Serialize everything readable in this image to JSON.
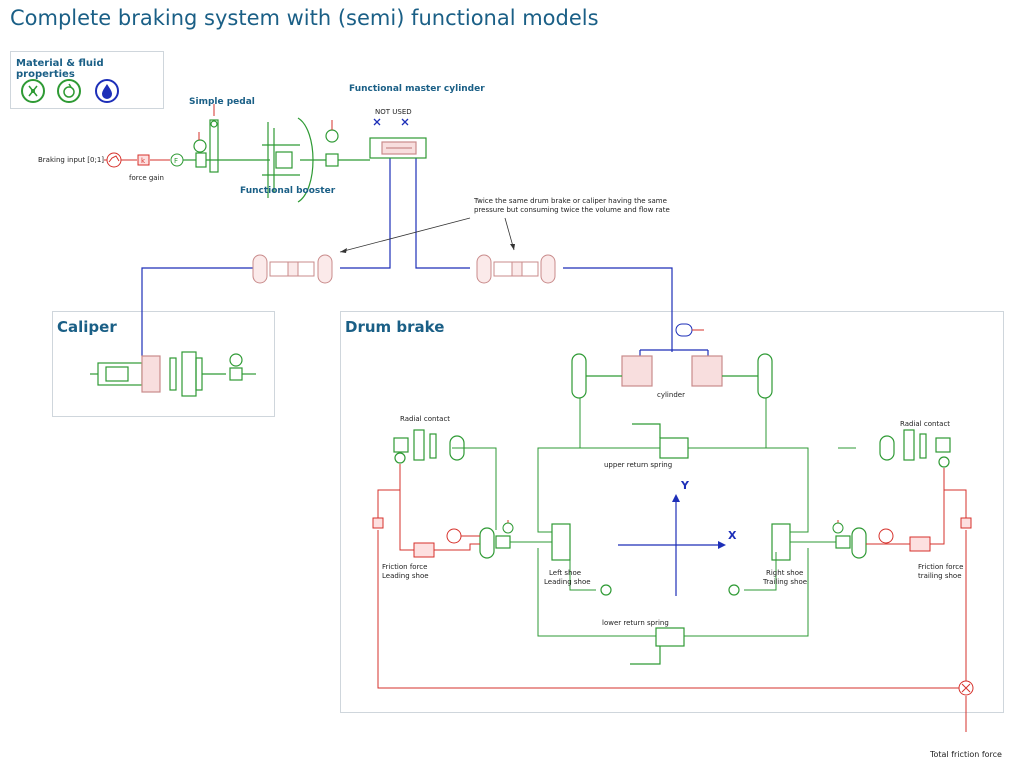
{
  "page": {
    "title": "Complete braking system with (semi) functional models"
  },
  "materials": {
    "title": "Material & fluid properties",
    "icons": [
      {
        "name": "mechanical-properties-icon",
        "color": "#2e9a34"
      },
      {
        "name": "thermal-properties-icon",
        "color": "#2e9a34"
      },
      {
        "name": "hydraulic-fluid-icon",
        "color": "#1d2fb8"
      }
    ]
  },
  "sections": {
    "simple_pedal": "Simple pedal",
    "functional_master_cylinder": "Functional master cylinder",
    "functional_booster": "Functional booster",
    "caliper": "Caliper",
    "drum_brake": "Drum brake"
  },
  "labels": {
    "braking_input": "Braking input [0;1]",
    "force_gain": "force gain",
    "not_used": "NOT USED",
    "note_line1": "Twice the same drum brake or caliper having the same",
    "note_line2": "pressure but consuming twice the volume and flow rate",
    "cylinder": "cylinder",
    "upper_return_spring": "upper return spring",
    "lower_return_spring": "lower return spring",
    "radial_contact_left": "Radial contact",
    "radial_contact_right": "Radial contact",
    "left_shoe_1": "Left shoe",
    "left_shoe_2": "Leading shoe",
    "right_shoe_1": "Right shoe",
    "right_shoe_2": "Trailing shoe",
    "friction_leading_1": "Friction force",
    "friction_leading_2": "Leading shoe",
    "friction_trailing_1": "Friction force",
    "friction_trailing_2": "trailing shoe",
    "total_friction": "Total friction force",
    "axis_x": "X",
    "axis_y": "Y"
  },
  "colors": {
    "accent": "#1a5f86",
    "mechanical": "#2e9a34",
    "signal": "#d6312b",
    "hydraulic": "#1d2fb8",
    "hydraulic_body": "#c98b8b"
  }
}
